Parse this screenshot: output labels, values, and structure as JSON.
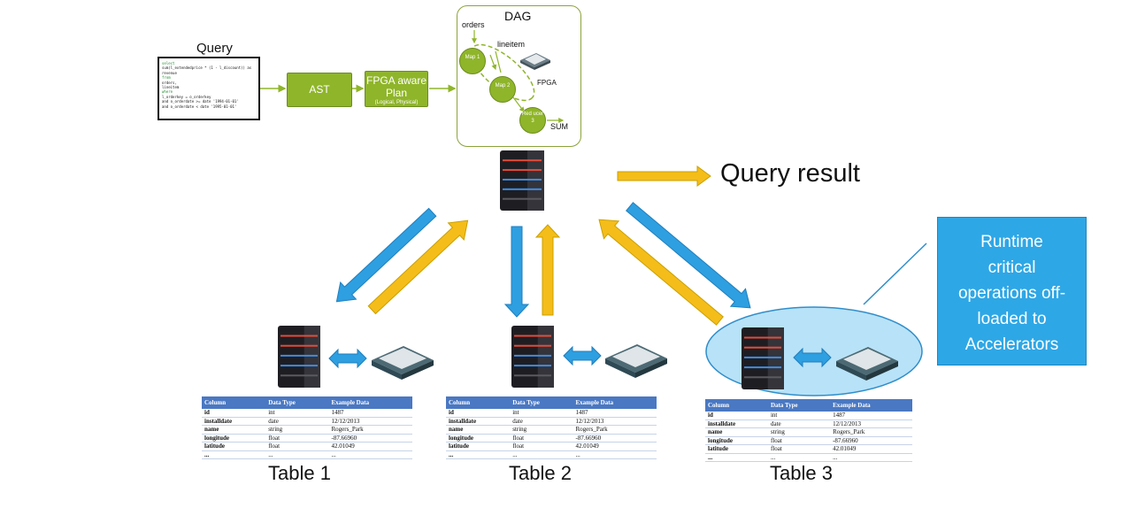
{
  "query": {
    "title": "Query",
    "lines": [
      {
        "kw": "select",
        "rest": ""
      },
      {
        "kw": "",
        "rest": "      sum(l_extendedprice * (1 - l_discount)) as revenue"
      },
      {
        "kw": "from",
        "rest": ""
      },
      {
        "kw": "",
        "rest": "      orders,"
      },
      {
        "kw": "",
        "rest": "      lineitem"
      },
      {
        "kw": "where",
        "rest": ""
      },
      {
        "kw": "",
        "rest": "      l_orderkey = o_orderkey"
      },
      {
        "kw": "",
        "rest": "      and o_orderdate >= date '1994-01-01'"
      },
      {
        "kw": "",
        "rest": "      and o_orderdate < date '1995-01-01'"
      }
    ]
  },
  "pipeline": {
    "ast": "AST",
    "plan_line1": "FPGA aware",
    "plan_line2": "Plan",
    "plan_sub": "(Logical, Physical)"
  },
  "dag": {
    "title": "DAG",
    "orders": "orders",
    "lineitem": "lineitem",
    "map1": "Map 1",
    "map2": "Map 2",
    "reducer": "Red ucer 3",
    "fpga": "FPGA",
    "sum": "SUM"
  },
  "query_result": "Query result",
  "runtime_box": [
    "Runtime",
    "critical",
    "operations off-",
    "loaded to",
    "Accelerators"
  ],
  "table": {
    "headers": [
      "Column",
      "Data Type",
      "Example Data"
    ],
    "rows": [
      [
        "id",
        "int",
        "1487"
      ],
      [
        "installdate",
        "date",
        "12/12/2013"
      ],
      [
        "name",
        "string",
        "Rogers_Park"
      ],
      [
        "longitude",
        "float",
        "-87.66960"
      ],
      [
        "latitude",
        "float",
        "42.01049"
      ],
      [
        "...",
        "...",
        "..."
      ]
    ]
  },
  "table_labels": [
    "Table 1",
    "Table 2",
    "Table 3"
  ],
  "colors": {
    "green": "#8fb52a",
    "blue_arrow": "#2e9fe0",
    "yellow_arrow": "#f5bd19",
    "runtime_bg": "#2ea7e6",
    "table_header": "#4a78c2"
  }
}
